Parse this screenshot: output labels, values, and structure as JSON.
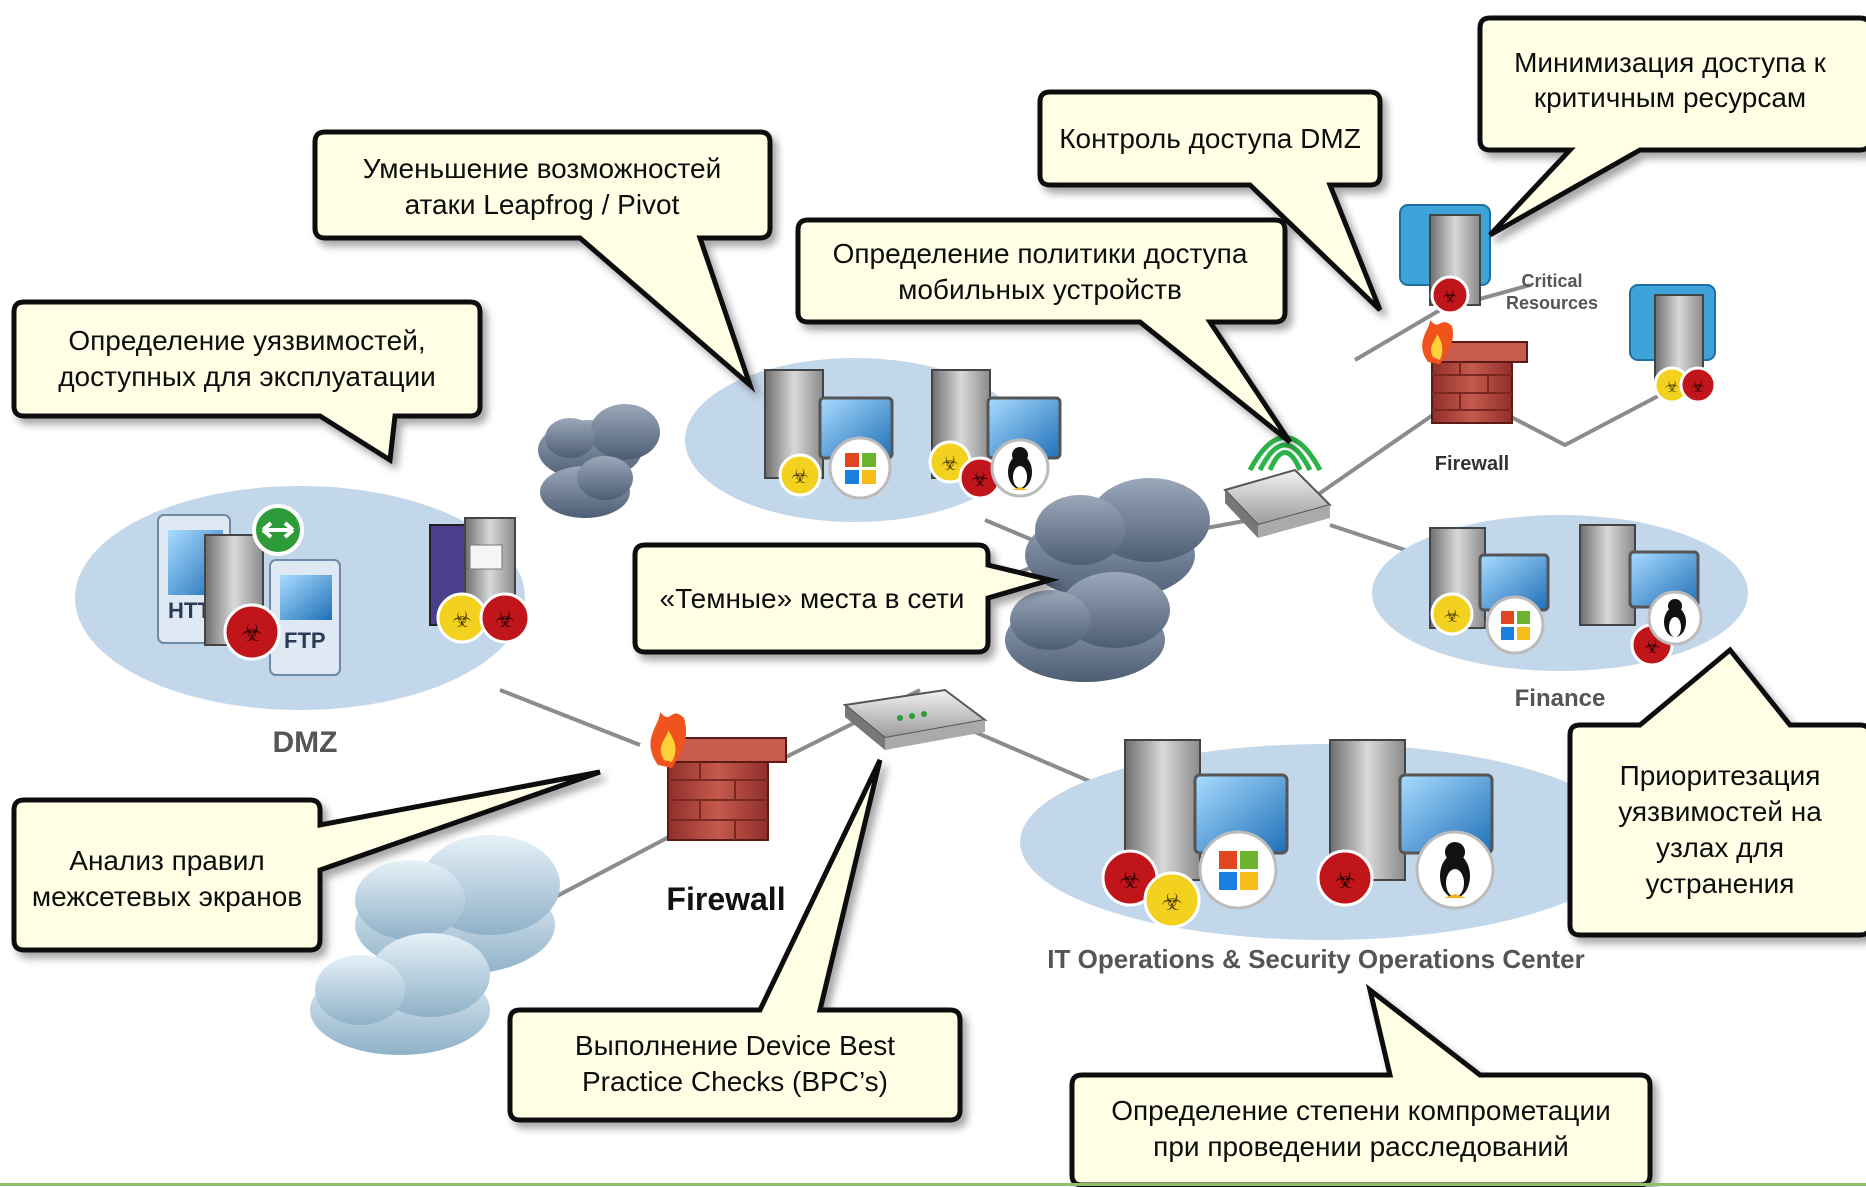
{
  "callouts": {
    "minimize_access": [
      "Минимизация доступа к",
      "критичным ресурсам"
    ],
    "dmz_control": [
      "Контроль доступа DMZ"
    ],
    "leapfrog": [
      "Уменьшение возможностей",
      "атаки Leapfrog / Pivot"
    ],
    "mobile_policy": [
      "Определение политики доступа",
      "мобильных устройств"
    ],
    "exploitable_vulns": [
      "Определение уязвимостей,",
      "доступных для эксплуатации"
    ],
    "dark_spots": [
      "«Темные» места в сети"
    ],
    "firewall_rules": [
      "Анализ правил",
      "межсетевых экранов"
    ],
    "prioritize": [
      "Приоритезация",
      "уязвимостей на",
      "узлах для",
      "устранения"
    ],
    "bpc": [
      "Выполнение Device Best",
      "Practice Checks (BPC’s)"
    ],
    "compromise": [
      "Определение степени компрометации",
      "при проведении расследований"
    ]
  },
  "labels": {
    "dmz": "DMZ",
    "firewall_main": "Firewall",
    "firewall_top": "Firewall",
    "critical_resources": [
      "Critical",
      "Resources"
    ],
    "finance": "Finance",
    "itops": "IT Operations & Security Operations Center",
    "http": "HTTP",
    "ftp": "FTP"
  },
  "colors": {
    "zone_fill": "#c3d7ea",
    "callout_fill": "#ffffe6",
    "callout_stroke": "#111111",
    "wire": "#8c8c8c",
    "cloud": "#6d7f95",
    "threat_red": "#c0151b",
    "threat_yellow": "#f2d21f",
    "firewall_brick": "#b3403a",
    "footer_line": "#8fbf6a"
  }
}
